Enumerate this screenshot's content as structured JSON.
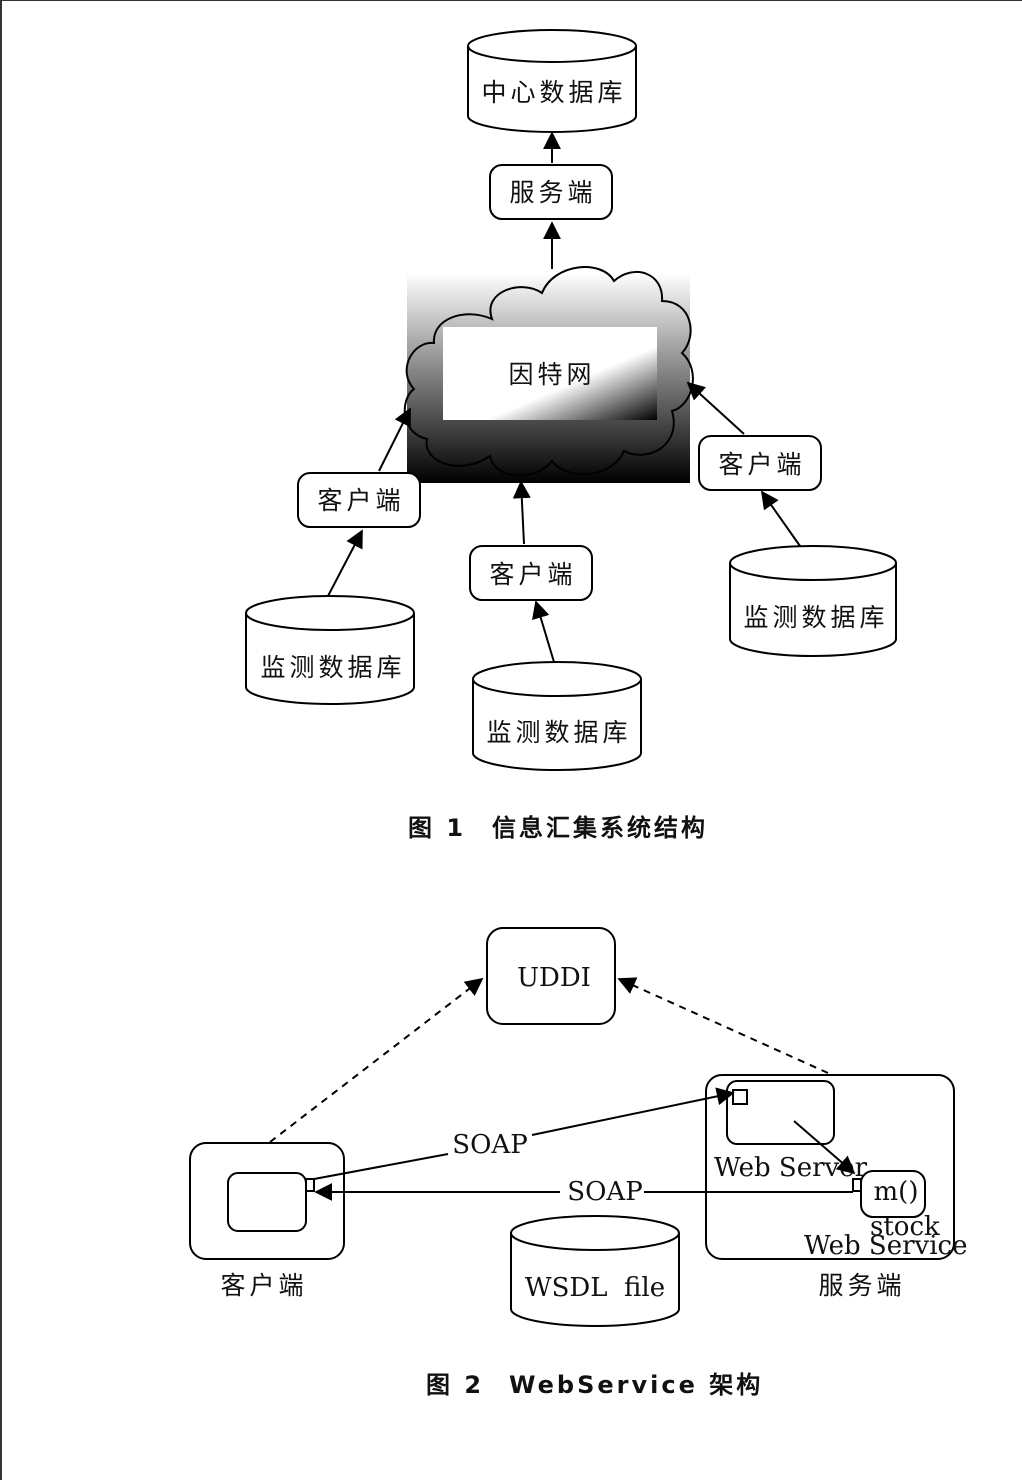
{
  "figure1": {
    "caption_number": "图 1",
    "caption_title": "信息汇集系统结构",
    "central_db": "中心数据库",
    "server": "服务端",
    "internet": "因特网",
    "clients": [
      "客户端",
      "客户端",
      "客户端"
    ],
    "monitor_dbs": [
      "监测数据库",
      "监测数据库",
      "监测数据库"
    ]
  },
  "figure2": {
    "caption_number": "图 2",
    "caption_title": "WebService 架构",
    "uddi": "UDDI",
    "soap_request": "SOAP",
    "soap_response": "SOAP",
    "web_server": "Web Server",
    "method": "m()",
    "stock": "stock",
    "web_service": "Web Service",
    "wsdl": "WSDL  file",
    "client_label": "客户端",
    "server_label": "服务端"
  }
}
